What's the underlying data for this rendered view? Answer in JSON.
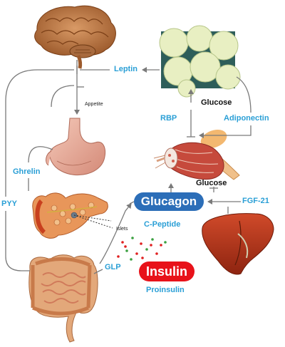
{
  "labels": {
    "leptin": "Leptin",
    "appetite": "Appetite",
    "glucose_top": "Glucose",
    "rbp": "RBP",
    "adiponectin": "Adiponectin",
    "ghrelin": "Ghrelin",
    "glucose_mid": "Glucose",
    "pyy": "PYY",
    "fgf21": "FGF-21",
    "islets": "Islets",
    "c_peptide": "C-Peptide",
    "glp": "GLP",
    "proinsulin": "Proinsulin",
    "glucagon": "Glucagon",
    "insulin": "Insulin"
  },
  "colors": {
    "label_blue": "#2a9fd6",
    "glucagon_fill": "#2c6eb8",
    "insulin_fill": "#e8121a",
    "arrow_gray": "#7a7a7a"
  },
  "organs": [
    "brain",
    "adipose-tissue",
    "stomach",
    "muscle",
    "pancreas",
    "liver",
    "intestines"
  ]
}
